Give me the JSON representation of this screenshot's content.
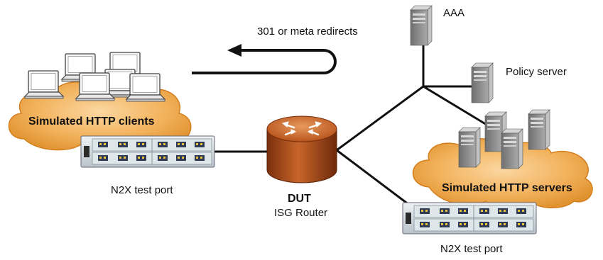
{
  "labels": {
    "redirect": "301 or meta redirects",
    "aaa": "AAA",
    "policy": "Policy server",
    "clients": "Simulated HTTP clients",
    "servers": "Simulated HTTP servers",
    "port_left": "N2X test port",
    "port_right": "N2X test port",
    "dut": "DUT",
    "dut_sub": "ISG Router"
  },
  "icons": [
    "laptop-icon",
    "server-icon",
    "router-icon",
    "test-port-icon",
    "cloud-icon",
    "u-turn-arrow-icon"
  ],
  "colors": {
    "cloud_fill": "#f2b25c",
    "cloud_edge": "#d47e1c",
    "router_fill": "#b8541c",
    "server_fill": "#9c9c9c",
    "link": "#111111",
    "port_body": "#d6dde2"
  }
}
